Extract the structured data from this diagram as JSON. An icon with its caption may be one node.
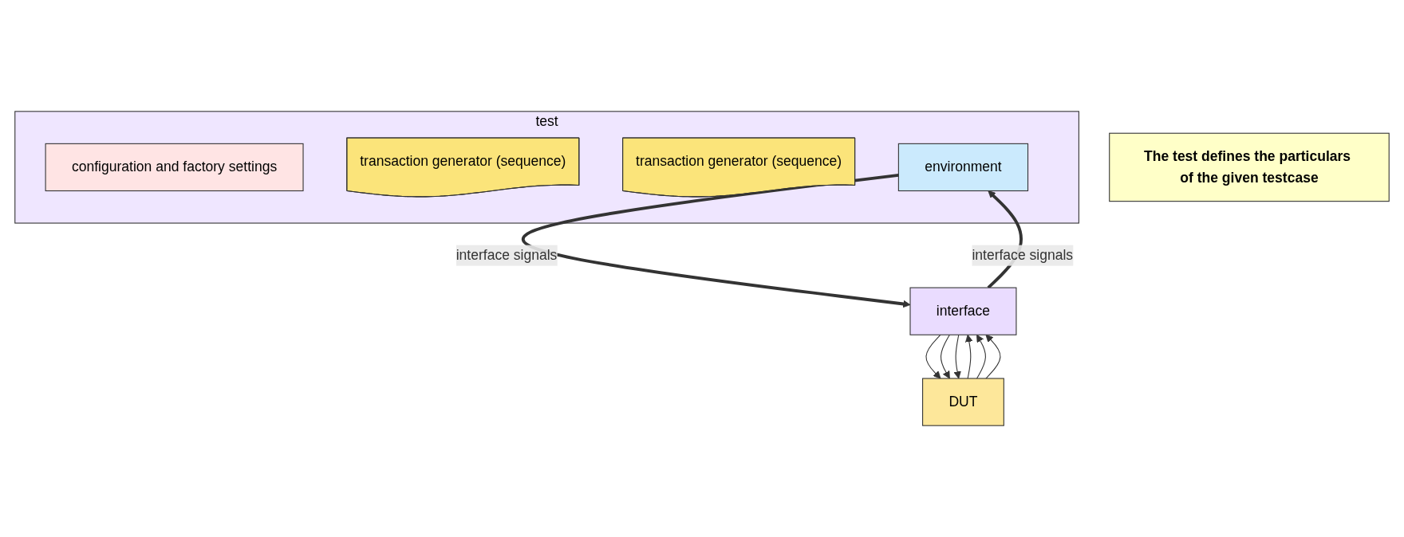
{
  "diagram": {
    "nodes": [
      {
        "text": [
          "test"
        ]
      },
      {
        "text": [
          "configuration and factory settings"
        ],
        "in": 0
      },
      {
        "text": [
          "transaction generator (sequence)"
        ],
        "in": 0
      },
      {
        "text": [
          "transaction generator (sequence)"
        ],
        "in": 0
      },
      {
        "text": [
          "environment"
        ],
        "in": 0
      },
      {
        "text": [
          "interface"
        ]
      },
      {
        "text": [
          "DUT"
        ]
      },
      {
        "text": [
          "The test defines the particulars of the given testcase"
        ]
      }
    ],
    "edges": [
      {
        "from": 5,
        "to": 4,
        "arrow": "to",
        "label": "interface signals",
        "style": "thick"
      },
      {
        "from": 4,
        "to": 5,
        "arrow": "to",
        "label": "interface signals",
        "style": "thick"
      },
      {
        "from": 5,
        "to": 6,
        "arrow": "to"
      },
      {
        "from": 6,
        "to": 5,
        "arrow": "to"
      },
      {
        "from": 5,
        "to": 6,
        "arrow": "to"
      },
      {
        "from": 6,
        "to": 5,
        "arrow": "to"
      },
      {
        "from": 5,
        "to": 6,
        "arrow": "to"
      },
      {
        "from": 6,
        "to": 5,
        "arrow": "to"
      }
    ]
  }
}
